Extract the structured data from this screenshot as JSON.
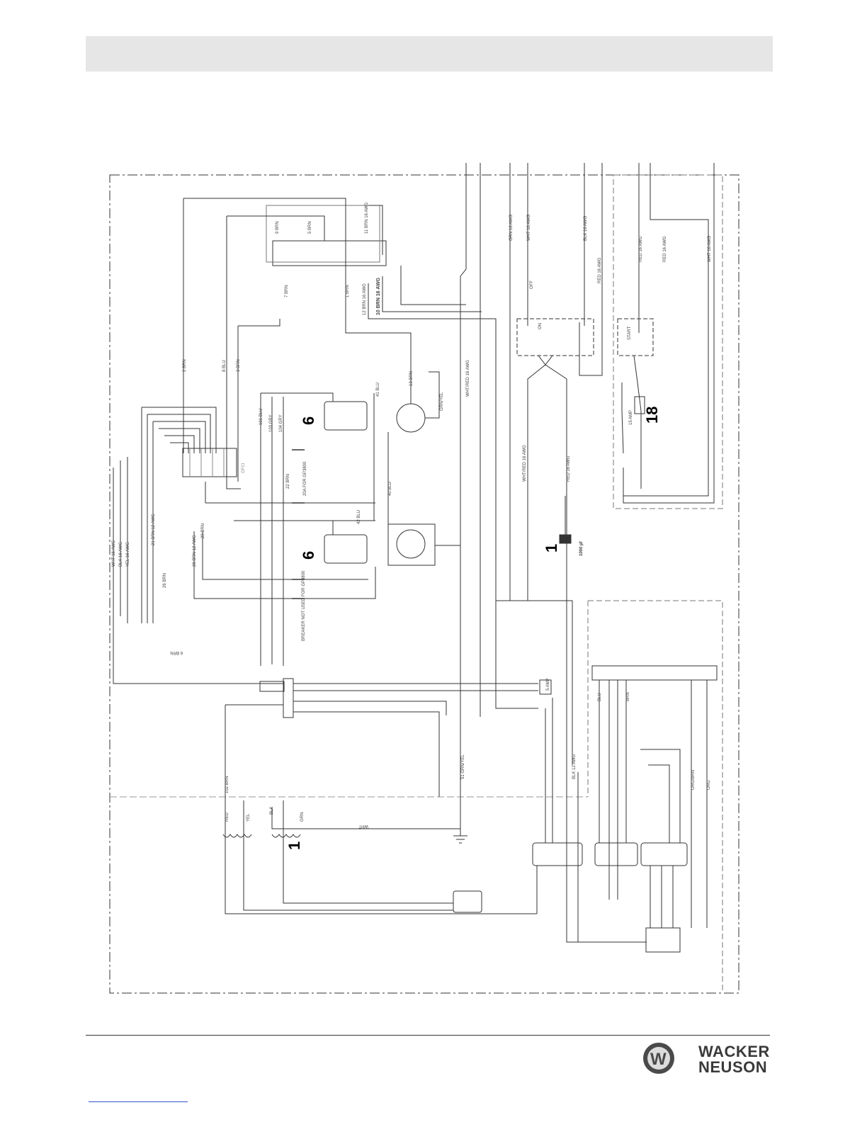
{
  "brand": {
    "line1": "WACKER",
    "line2": "NEUSON"
  },
  "callouts": {
    "outlet_top": "6",
    "outlet_bottom": "6",
    "capacitor": "1",
    "winding": "1",
    "starter": "18"
  },
  "wire_labels": {
    "brn2": "2 BRN",
    "blu8": "8 BLU",
    "brn3": "3 BRN",
    "gry103": "103 GRY",
    "gry104": "104 GRY",
    "blu101": "101 BLU",
    "brn9": "9 BRN",
    "brn7": "7 BRN",
    "brn5": "5 BRN",
    "brn11_16": "11 BRN 16 AWG",
    "brn12_16": "12 BRN 16 AWG",
    "brn10_16": "10 BRN 16 AWG",
    "brn1": "1 BRN",
    "brn13": "13 BRN",
    "blu41": "41 BLU",
    "blu42": "42 BLU",
    "blu40": "40 BLU",
    "grnyel": "GRN/YEL",
    "wht16": "WHT 16 AWG",
    "blk16": "BLK 16 AWG",
    "yel16": "YEL 16 AWG",
    "red16": "RED 16 AWG",
    "grn16": "GRN 16 AWG",
    "wht_red16": "WHT/RED 16 AWG",
    "brn21": "21 BRN 12 AWG",
    "brn26": "26 BRN",
    "brn28": "28 BRN 12 AWG",
    "brn29": "29 BRN",
    "brn22": "22 BRN",
    "brn6": "6 BRN",
    "gfci": "GFCI",
    "amp15": "15 AMP",
    "amp5": "5 AMP",
    "uf": "1000 µf",
    "breaker_note": "BREAKER NOT USED FOR GP3800",
    "amp20": "20A FOR GP3800",
    "brn102": "102 BRN",
    "grnyel51": "51 GRN/YEL",
    "off": "OFF",
    "on": "ON",
    "start": "START",
    "red": "RED",
    "yel": "YEL",
    "grn": "GRN",
    "blk": "BLK",
    "wht": "WHT",
    "blu": "BLU",
    "org": "ORG",
    "orgbrn": "ORG/BRN",
    "brn": "BRN",
    "blk12": "BLK 12 AWG"
  }
}
